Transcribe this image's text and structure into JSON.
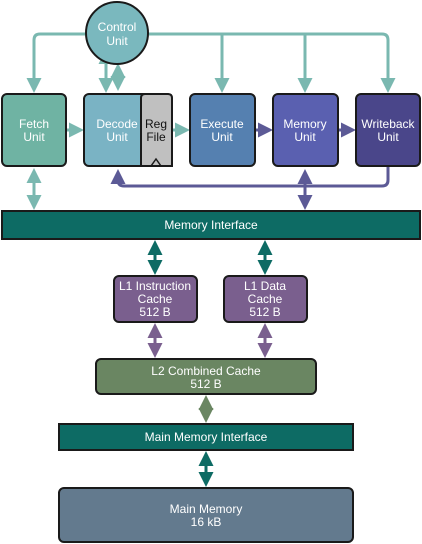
{
  "colors": {
    "teal_line": "#7ab8b0",
    "purple_line": "#5c5a96",
    "dark_teal": "#0d6b64",
    "control": "#7ab8be",
    "fetch": "#6fb3a3",
    "decode": "#7ab3c4",
    "regfile": "#c0c0c0",
    "execute": "#5580b0",
    "memory": "#5a60b0",
    "writeback": "#4a468a",
    "mem_interface": "#0d6b64",
    "l1": "#7a5f8e",
    "l2": "#6a8662",
    "main_mem_interface": "#0d6b64",
    "main_memory": "#637a8e"
  },
  "nodes": {
    "control_unit": {
      "line1": "Control",
      "line2": "Unit"
    },
    "fetch_unit": {
      "line1": "Fetch",
      "line2": "Unit"
    },
    "decode_unit": {
      "line1": "Decode",
      "line2": "Unit"
    },
    "reg_file": {
      "line1": "Reg",
      "line2": "File"
    },
    "execute_unit": {
      "line1": "Execute",
      "line2": "Unit"
    },
    "memory_unit": {
      "line1": "Memory",
      "line2": "Unit"
    },
    "writeback_unit": {
      "line1": "Writeback",
      "line2": "Unit"
    },
    "memory_interface": {
      "label": "Memory Interface"
    },
    "l1_instruction_cache": {
      "line1": "L1 Instruction",
      "line2": "Cache",
      "line3": "512 B"
    },
    "l1_data_cache": {
      "line1": "L1 Data",
      "line2": "Cache",
      "line3": "512 B"
    },
    "l2_combined_cache": {
      "line1": "L2 Combined Cache",
      "line2": "512 B"
    },
    "main_memory_interface": {
      "label": "Main Memory Interface"
    },
    "main_memory": {
      "line1": "Main Memory",
      "line2": "16 kB"
    }
  }
}
